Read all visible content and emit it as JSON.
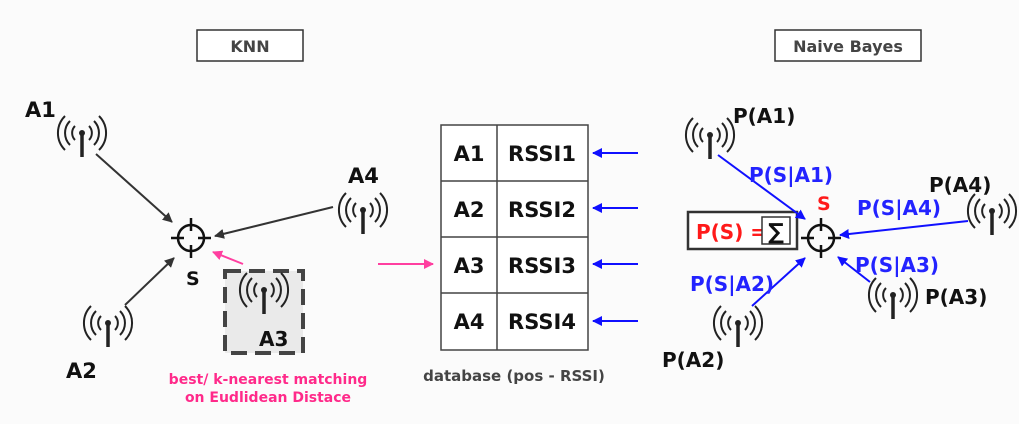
{
  "knn": {
    "title": "KNN",
    "anchor_a1": "A1",
    "anchor_a2": "A2",
    "anchor_a3": "A3",
    "anchor_a4": "A4",
    "target": "S",
    "note_line1": "best/ k-nearest matching",
    "note_line2": "on Eudlidean Distace"
  },
  "database": {
    "rows": [
      {
        "id": "A1",
        "rssi": "RSSI1"
      },
      {
        "id": "A2",
        "rssi": "RSSI2"
      },
      {
        "id": "A3",
        "rssi": "RSSI3"
      },
      {
        "id": "A4",
        "rssi": "RSSI4"
      }
    ],
    "caption": "database (pos - RSSI)"
  },
  "naive_bayes": {
    "title": "Naive Bayes",
    "p_a1": "P(A1)",
    "p_a2": "P(A2)",
    "p_a3": "P(A3)",
    "p_a4": "P(A4)",
    "p_s_a1": "P(S|A1)",
    "p_s_a2": "P(S|A2)",
    "p_s_a3": "P(S|A3)",
    "p_s_a4": "P(S|A4)",
    "target": "S",
    "formula_lhs": "P(S) =",
    "formula_sum": "∑"
  },
  "colors": {
    "black_arrow": "#333333",
    "blue_arrow": "#1010ff",
    "pink_arrow": "#ff3fa0",
    "red_text": "#ff1a1a",
    "blue_text": "#2323ff"
  }
}
